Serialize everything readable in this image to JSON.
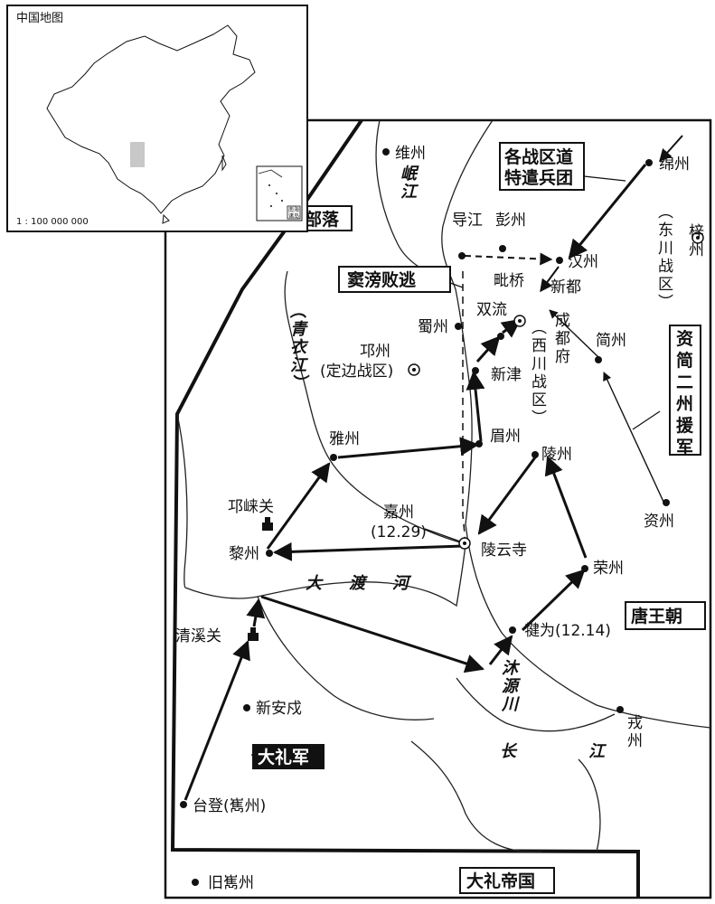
{
  "inset": {
    "title": "中国地图",
    "scale": "1 : 100 000 000",
    "sea_label_1": "南海",
    "sea_label_2": "诸岛"
  },
  "regions": {
    "tribes": "部落",
    "tang": "唐王朝",
    "dali_empire": "大礼帝国"
  },
  "annotations": {
    "special_corps_line1": "各战区道",
    "special_corps_line2": "特遣兵团",
    "dou_pang": "窦滂败逃",
    "zijian_aid": "资简二州援军",
    "dali_army": "大礼军"
  },
  "places": {
    "weizhou": "维州",
    "mianzhou": "绵州",
    "daojiang": "导江",
    "pengzhou": "彭州",
    "hanzhou": "汉州",
    "piqiao": "毗桥",
    "xindu": "新都",
    "zizhou": "梓州",
    "dongchuan": "(东川战区)",
    "shuzhou": "蜀州",
    "shuangliu": "双流",
    "chengdu": "成都府",
    "xichuan": "(西川战区)",
    "qiongzhou": "邛州",
    "dingbian": "(定边战区)",
    "jianzhou": "简州",
    "xinjin": "新津",
    "yazhou": "雅州",
    "meizhou": "眉州",
    "lingzhou": "陵州",
    "qionglaiguan": "邛崃关",
    "jiazhou": "嘉州",
    "jiazhou_date": "(12.29)",
    "lingyunsi": "陵云寺",
    "zizhou2": "资州",
    "lizhou": "黎州",
    "rongzhou": "荣州",
    "qingxiguan": "清溪关",
    "jianwei": "犍为(12.14)",
    "xinanshu": "新安戍",
    "rongzhou2": "戎州",
    "taideng": "台登(嶲州)",
    "jiuxizhou": "旧嶲州"
  },
  "rivers": {
    "minjiang": "岷江",
    "qingyi": "(青衣江)",
    "dadu": "大渡河",
    "muyuan": "沐源川",
    "changjiang": "长江"
  }
}
